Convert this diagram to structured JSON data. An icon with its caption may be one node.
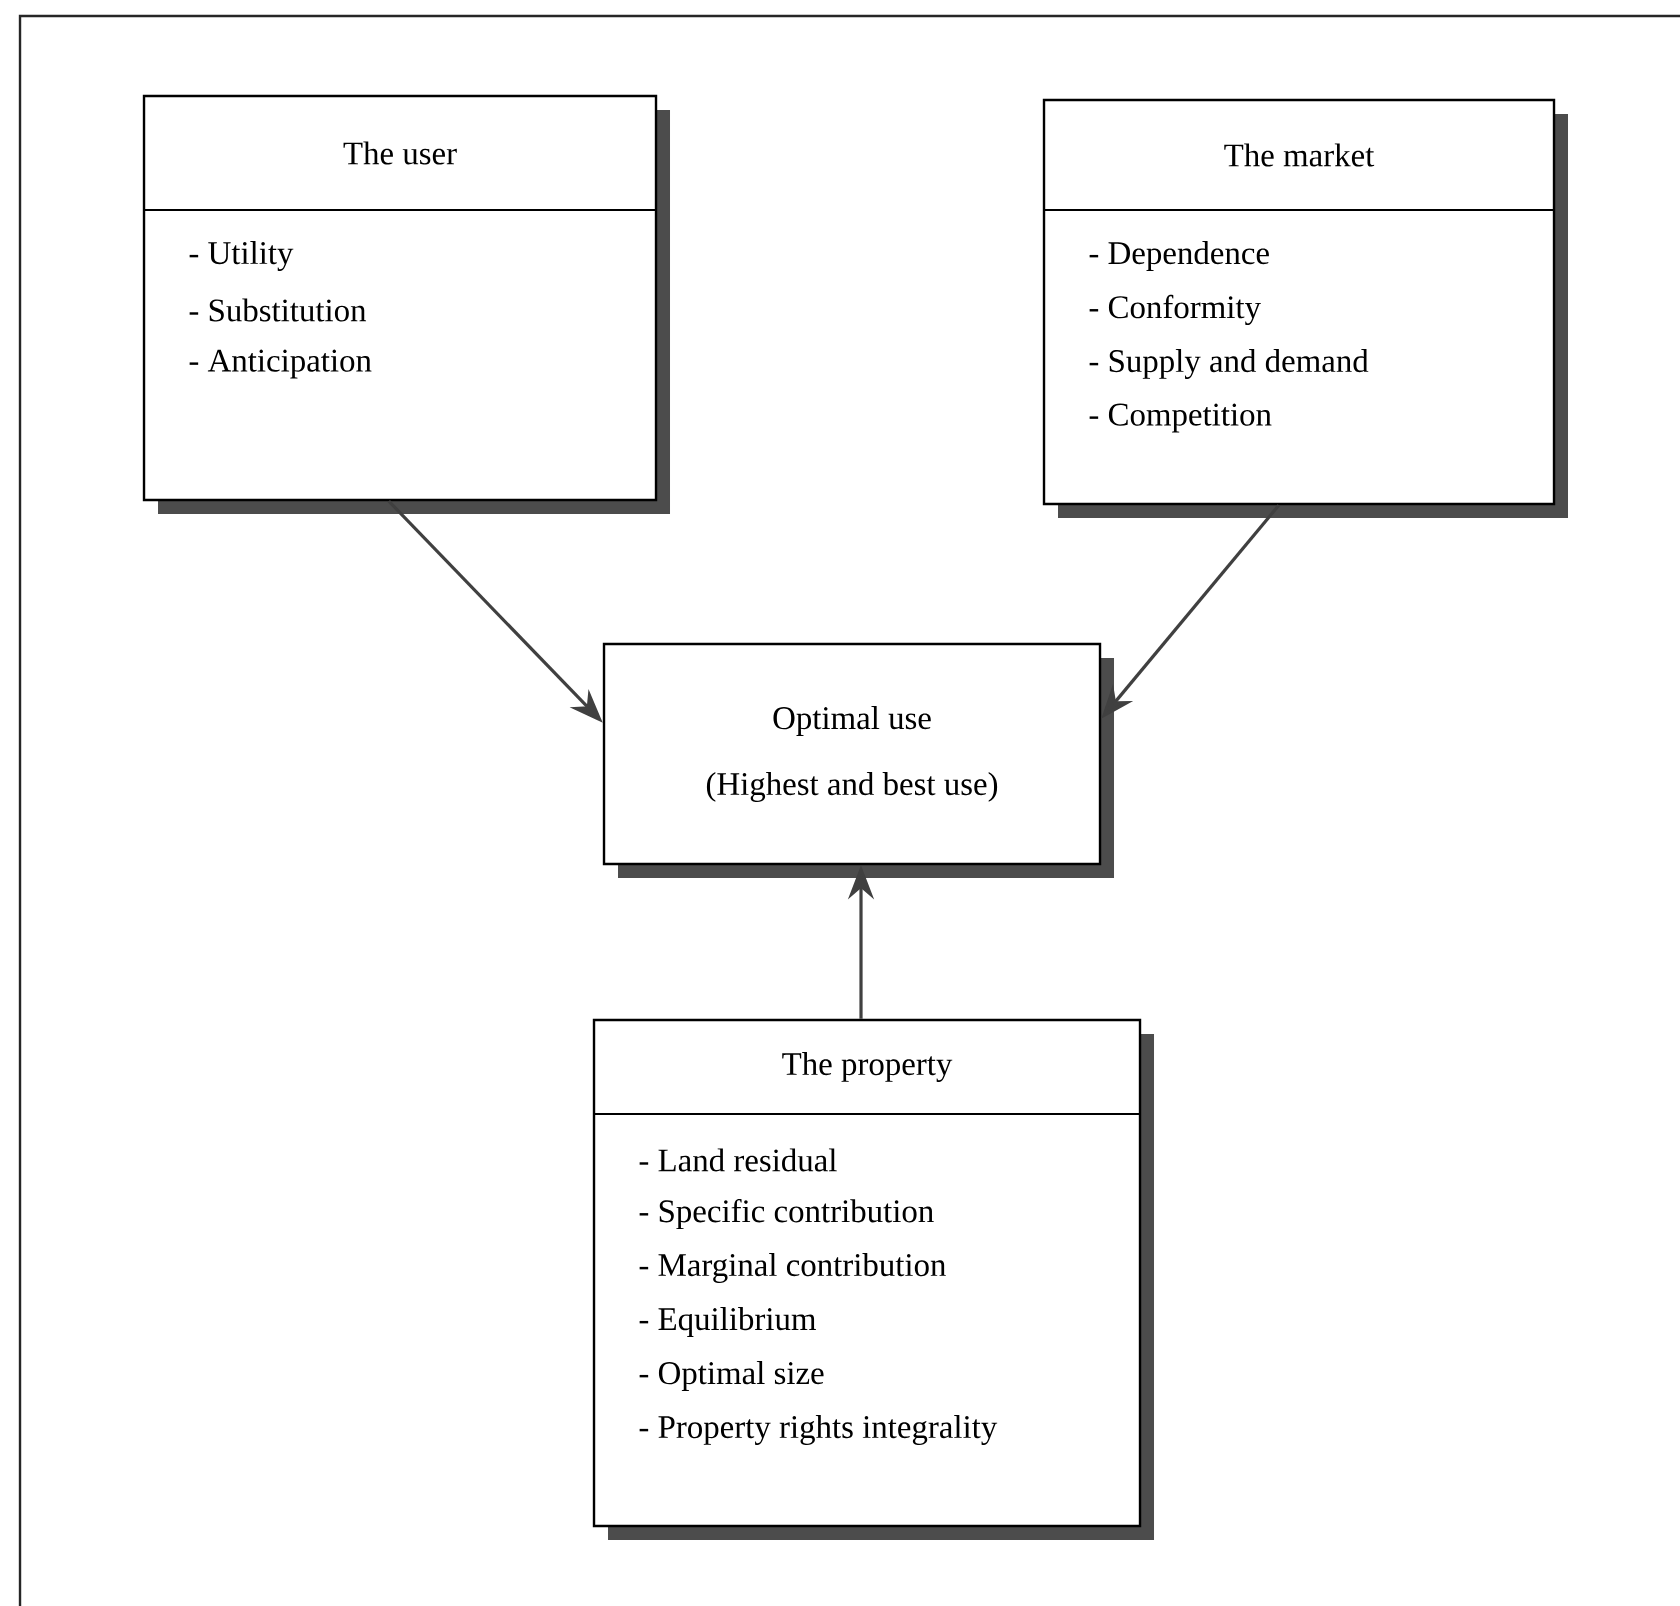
{
  "diagram": {
    "nodes": [
      {
        "text": [
          "The user",
          "- Utility",
          "- Substitution",
          "- Anticipation"
        ]
      },
      {
        "text": [
          "The market",
          "- Dependence",
          "- Conformity",
          "- Supply and demand",
          "- Competition"
        ]
      },
      {
        "text": [
          "Optimal use",
          "(Highest and best use)"
        ]
      },
      {
        "text": [
          "The property",
          "- Land residual",
          "- Specific contribution",
          "- Marginal contribution",
          "- Equilibrium",
          "- Optimal size",
          "- Property rights integrality"
        ]
      }
    ],
    "edges": [
      {
        "from": 0,
        "to": 2,
        "arrow": "to"
      },
      {
        "from": 1,
        "to": 2,
        "arrow": "to"
      },
      {
        "from": 3,
        "to": 2,
        "arrow": "to"
      }
    ]
  }
}
